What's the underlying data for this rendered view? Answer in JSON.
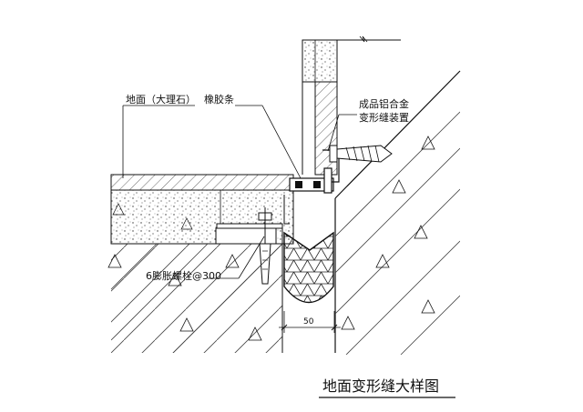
{
  "labels": {
    "floor": "地面（大理石）",
    "rubber_strip": "橡胶条",
    "aluminum_device_line1": "成品铝合金",
    "aluminum_device_line2": "变形缝装置",
    "anchor_bolt": "6膨胀螺栓@300"
  },
  "dimension": "50",
  "title": "地面变形缝大样图"
}
